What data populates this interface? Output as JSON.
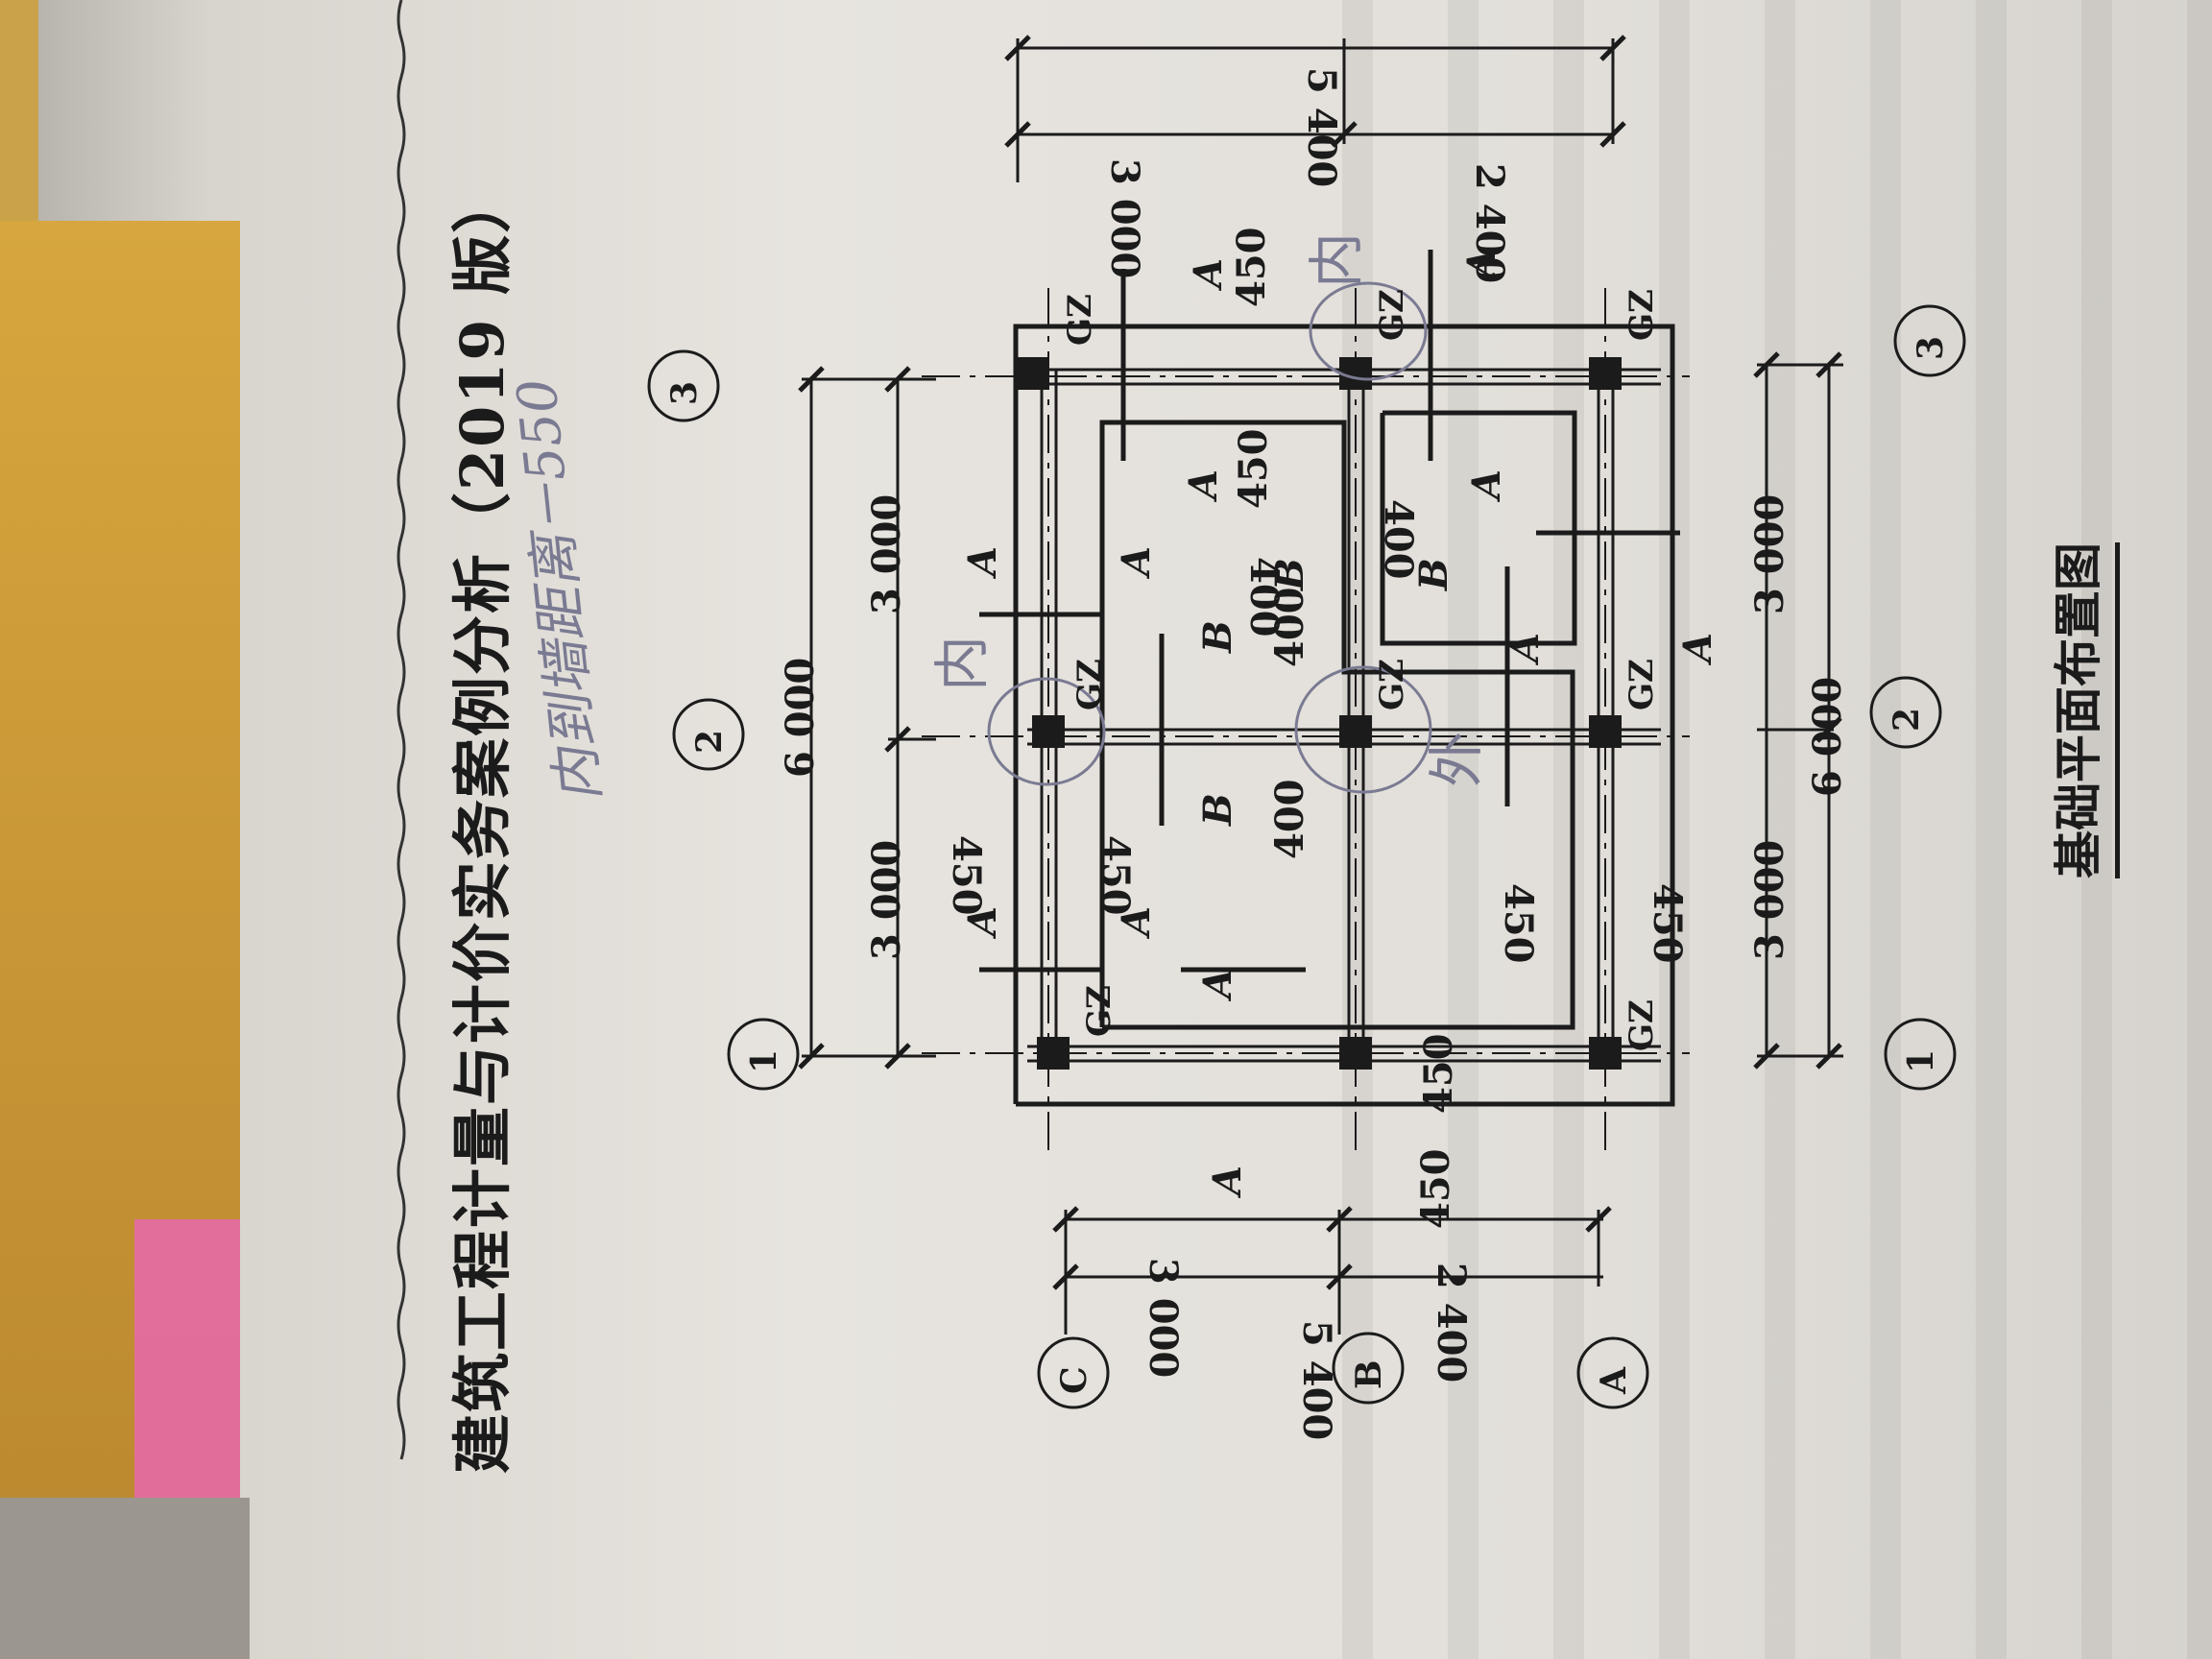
{
  "book_title": "建筑工程计量与计价实务案例分析（2019 版）",
  "handwritten_note": "内到墙距离－550",
  "caption": "基础平面布置图",
  "grid_axes": {
    "numbers": [
      "1",
      "2",
      "3"
    ],
    "letters": [
      "A",
      "B",
      "C"
    ]
  },
  "dimensions": {
    "bay": "3 000",
    "total_span": "6 000",
    "depth_c_b": "3 000",
    "depth_b_a": "2 400",
    "total_depth": "5 400",
    "offset_450": "450",
    "offset_400": "400"
  },
  "section_marks": {
    "a": "A",
    "b": "B"
  },
  "column_label": "GZ",
  "handwritten_marks": {
    "inside": "内",
    "outside": "外"
  }
}
